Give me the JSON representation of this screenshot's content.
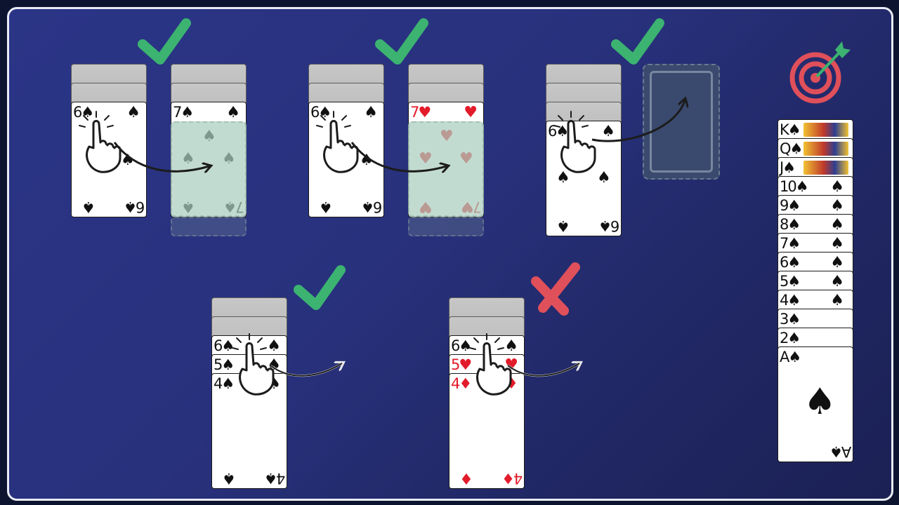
{
  "colors": {
    "felt": "#28317c",
    "check": "#3cb371",
    "cross": "#e0505a",
    "target": "#e0505a"
  },
  "examples": [
    {
      "id": "ex1",
      "result": "check",
      "moving": {
        "rank": "6",
        "suit": "♠"
      },
      "onto": {
        "rank": "7",
        "suit": "♠"
      }
    },
    {
      "id": "ex2",
      "result": "check",
      "moving": {
        "rank": "6",
        "suit": "♠"
      },
      "onto": {
        "rank": "7",
        "suit": "♥"
      }
    },
    {
      "id": "ex3",
      "result": "check",
      "moving": {
        "rank": "6",
        "suit": "♠"
      },
      "onto": "empty"
    },
    {
      "id": "ex4",
      "result": "check",
      "stack": [
        {
          "rank": "6",
          "suit": "♠"
        },
        {
          "rank": "5",
          "suit": "♠"
        },
        {
          "rank": "4",
          "suit": "♠"
        }
      ]
    },
    {
      "id": "ex5",
      "result": "cross",
      "stack": [
        {
          "rank": "6",
          "suit": "♠"
        },
        {
          "rank": "5",
          "suit": "♥"
        },
        {
          "rank": "4",
          "suit": "♦"
        }
      ]
    }
  ],
  "goal": {
    "icon": "target-icon",
    "sequence": [
      "K",
      "Q",
      "J",
      "10",
      "9",
      "8",
      "7",
      "6",
      "5",
      "4",
      "3",
      "2",
      "A"
    ],
    "suit": "♠"
  },
  "cards": {
    "c1": {
      "rank": "6",
      "suit": "♠"
    },
    "c2": {
      "rank": "7",
      "suit": "♠"
    },
    "c3": {
      "rank": "6",
      "suit": "♠"
    },
    "c4": {
      "rank": "7",
      "suit": "♥"
    },
    "c5": {
      "rank": "6",
      "suit": "♠"
    },
    "c6": {
      "rank": "6",
      "suit": "♠"
    },
    "c7": {
      "rank": "5",
      "suit": "♠"
    },
    "c8": {
      "rank": "4",
      "suit": "♠"
    },
    "c9": {
      "rank": "6",
      "suit": "♠"
    },
    "c10": {
      "rank": "5",
      "suit": "♥"
    },
    "c11": {
      "rank": "4",
      "suit": "♦"
    },
    "r1": {
      "rank": "K",
      "suit": "♠"
    },
    "r2": {
      "rank": "Q",
      "suit": "♠"
    },
    "r3": {
      "rank": "J",
      "suit": "♠"
    },
    "r4": {
      "rank": "10",
      "suit": "♠"
    },
    "r5": {
      "rank": "9",
      "suit": "♠"
    },
    "r6": {
      "rank": "8",
      "suit": "♠"
    },
    "r7": {
      "rank": "7",
      "suit": "♠"
    },
    "r8": {
      "rank": "6",
      "suit": "♠"
    },
    "r9": {
      "rank": "5",
      "suit": "♠"
    },
    "r10": {
      "rank": "4",
      "suit": "♠"
    },
    "r11": {
      "rank": "3",
      "suit": "♠"
    },
    "r12": {
      "rank": "2",
      "suit": "♠"
    },
    "r13": {
      "rank": "A",
      "suit": "♠"
    }
  }
}
